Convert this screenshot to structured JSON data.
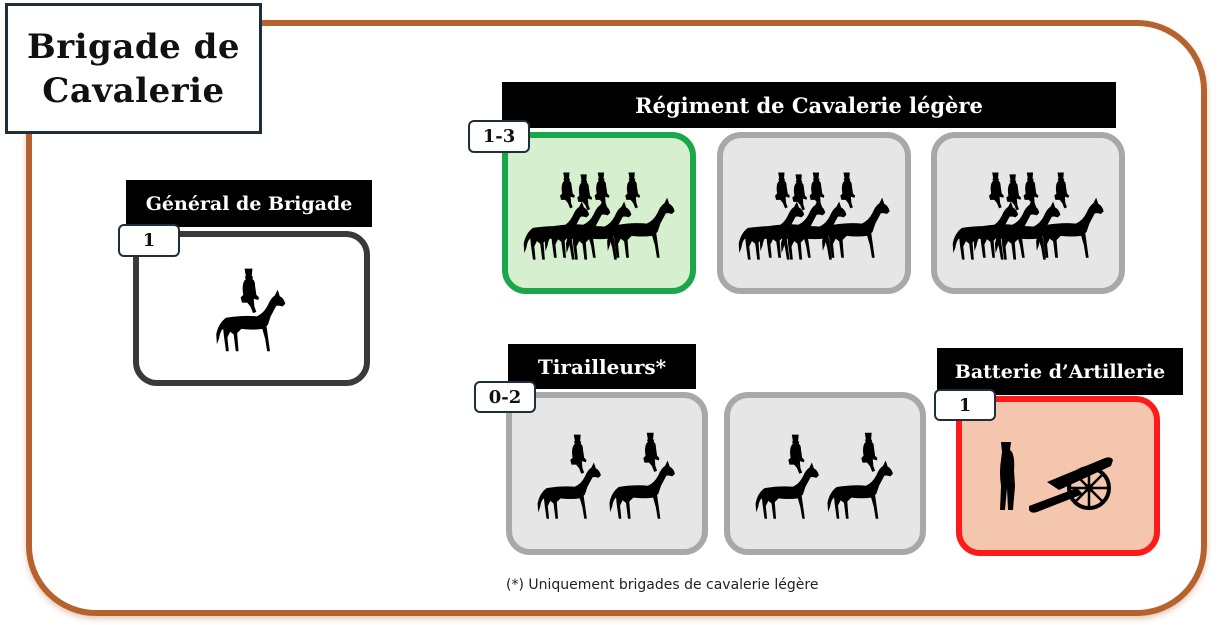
{
  "title": "Brigade de\nCavalerie",
  "general": {
    "label": "Général de Brigade",
    "count": "1",
    "icon": "mounted-general-icon"
  },
  "regiment": {
    "label": "Régiment de Cavalerie légère",
    "count": "1-3",
    "cards": [
      {
        "icon": "cavalry-squadron-icon",
        "state": "active"
      },
      {
        "icon": "cavalry-squadron-icon",
        "state": "optional"
      },
      {
        "icon": "cavalry-squadron-icon",
        "state": "optional"
      }
    ]
  },
  "skirmishers": {
    "label": "Tirailleurs*",
    "count": "0-2",
    "cards": [
      {
        "icon": "mounted-pair-icon",
        "state": "optional"
      },
      {
        "icon": "mounted-pair-icon",
        "state": "optional"
      }
    ]
  },
  "artillery": {
    "label": "Batterie d’Artillerie",
    "count": "1",
    "icon": "artillery-cannon-icon"
  },
  "footnote": "(*) Uniquement brigades de cavalerie légère",
  "colors": {
    "frame": "#b5622f",
    "active_fill": "#d6efcf",
    "active_border": "#1aa64a",
    "optional_fill": "#e6e6e6",
    "optional_border": "#a8a8a8",
    "artillery_fill": "#f4c6ae",
    "artillery_border": "#ff1a1a",
    "general_border": "#3a3a3a"
  }
}
